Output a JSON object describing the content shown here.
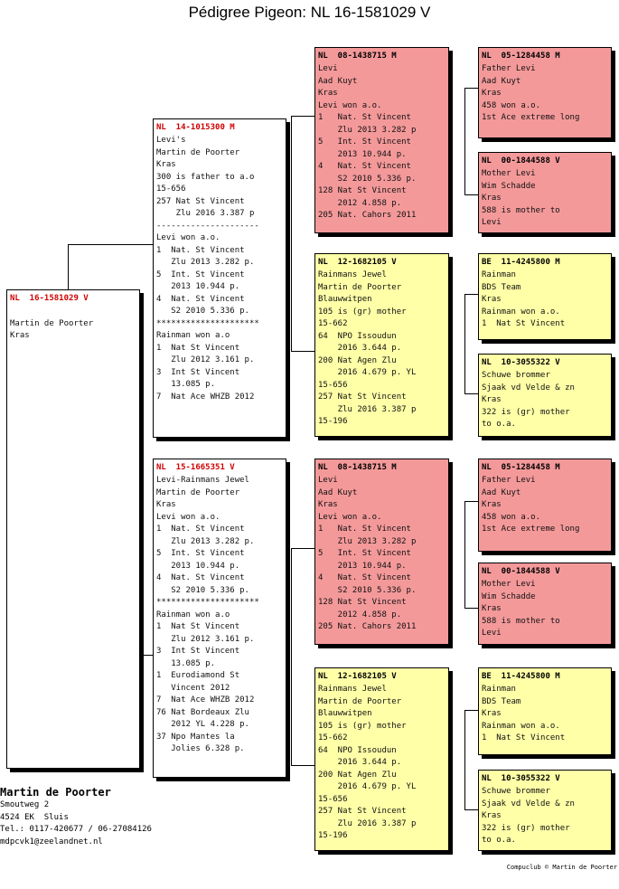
{
  "title": "Pédigree Pigeon: NL  16-1581029 V",
  "pigeon": {
    "ring": "NL  16-1581029 V",
    "lines": [
      "",
      "Martin de Poorter",
      "Kras"
    ]
  },
  "father": {
    "ring": "NL  14-1015300 M",
    "lines": [
      "Levi's",
      "Martin de Poorter",
      "Kras",
      "300 is father to a.o",
      "15-656",
      "257 Nat St Vincent",
      "    Zlu 2016 3.387 p",
      "---------------------",
      "Levi won a.o.",
      "1  Nat. St Vincent",
      "   Zlu 2013 3.282 p.",
      "5  Int. St Vincent",
      "   2013 10.944 p.",
      "4  Nat. St Vincent",
      "   S2 2010 5.336 p.",
      "*********************",
      "Rainman won a.o",
      "1  Nat St Vincent",
      "   Zlu 2012 3.161 p.",
      "3  Int St Vincent",
      "   13.085 p.",
      "7  Nat Ace WHZB 2012"
    ]
  },
  "mother": {
    "ring": "NL  15-1665351 V",
    "lines": [
      "Levi-Rainmans Jewel",
      "Martin de Poorter",
      "Kras",
      "Levi won a.o.",
      "1  Nat. St Vincent",
      "   Zlu 2013 3.282 p.",
      "5  Int. St Vincent",
      "   2013 10.944 p.",
      "4  Nat. St Vincent",
      "   S2 2010 5.336 p.",
      "*********************",
      "Rainman won a.o",
      "1  Nat St Vincent",
      "   Zlu 2012 3.161 p.",
      "3  Int St Vincent",
      "   13.085 p.",
      "1  Eurodiamond St",
      "   Vincent 2012",
      "7  Nat Ace WHZB 2012",
      "76 Nat Bordeaux Zlu",
      "   2012 YL 4.228 p.",
      "37 Npo Mantes la",
      "   Jolies 6.328 p."
    ]
  },
  "gp_levi_1": {
    "ring": "NL  08-1438715 M",
    "lines": [
      "Levi",
      "Aad Kuyt",
      "Kras",
      "Levi won a.o.",
      "1   Nat. St Vincent",
      "    Zlu 2013 3.282 p",
      "5   Int. St Vincent",
      "    2013 10.944 p.",
      "4   Nat. St Vincent",
      "    S2 2010 5.336 p.",
      "128 Nat St Vincent",
      "    2012 4.858 p.",
      "205 Nat. Cahors 2011"
    ]
  },
  "gp_jewel_1": {
    "ring": "NL  12-1682105 V",
    "lines": [
      "Rainmans Jewel",
      "Martin de Poorter",
      "Blauwwitpen",
      "105 is (gr) mother",
      "15-662",
      "64  NPO Issoudun",
      "    2016 3.644 p.",
      "200 Nat Agen Zlu",
      "    2016 4.679 p. YL",
      "15-656",
      "257 Nat St Vincent",
      "    Zlu 2016 3.387 p",
      "15-196"
    ]
  },
  "gp_levi_2": {
    "ring": "NL  08-1438715 M",
    "lines": [
      "Levi",
      "Aad Kuyt",
      "Kras",
      "Levi won a.o.",
      "1   Nat. St Vincent",
      "    Zlu 2013 3.282 p",
      "5   Int. St Vincent",
      "    2013 10.944 p.",
      "4   Nat. St Vincent",
      "    S2 2010 5.336 p.",
      "128 Nat St Vincent",
      "    2012 4.858 p.",
      "205 Nat. Cahors 2011"
    ]
  },
  "gp_jewel_2": {
    "ring": "NL  12-1682105 V",
    "lines": [
      "Rainmans Jewel",
      "Martin de Poorter",
      "Blauwwitpen",
      "105 is (gr) mother",
      "15-662",
      "64  NPO Issoudun",
      "    2016 3.644 p.",
      "200 Nat Agen Zlu",
      "    2016 4.679 p. YL",
      "15-656",
      "257 Nat St Vincent",
      "    Zlu 2016 3.387 p",
      "15-196"
    ]
  },
  "ggp_father_levi_1": {
    "ring": "NL  05-1284458 M",
    "lines": [
      "Father Levi",
      "Aad Kuyt",
      "Kras",
      "458 won a.o.",
      "1st Ace extreme long"
    ]
  },
  "ggp_mother_levi_1": {
    "ring": "NL  00-1844588 V",
    "lines": [
      "Mother Levi",
      "Wim Schadde",
      "Kras",
      "588 is mother to",
      "Levi"
    ]
  },
  "ggp_rainman_1": {
    "ring": "BE  11-4245800 M",
    "lines": [
      "Rainman",
      "BDS Team",
      "Kras",
      "Rainman won a.o.",
      "1  Nat St Vincent"
    ]
  },
  "ggp_schuwe_1": {
    "ring": "NL  10-3055322 V",
    "lines": [
      "Schuwe brommer",
      "Sjaak vd Velde & zn",
      "Kras",
      "322 is (gr) mother",
      "to o.a."
    ]
  },
  "ggp_father_levi_2": {
    "ring": "NL  05-1284458 M",
    "lines": [
      "Father Levi",
      "Aad Kuyt",
      "Kras",
      "458 won a.o.",
      "1st Ace extreme long"
    ]
  },
  "ggp_mother_levi_2": {
    "ring": "NL  00-1844588 V",
    "lines": [
      "Mother Levi",
      "Wim Schadde",
      "Kras",
      "588 is mother to",
      "Levi"
    ]
  },
  "ggp_rainman_2": {
    "ring": "BE  11-4245800 M",
    "lines": [
      "Rainman",
      "BDS Team",
      "Kras",
      "Rainman won a.o.",
      "1  Nat St Vincent"
    ]
  },
  "ggp_schuwe_2": {
    "ring": "NL  10-3055322 V",
    "lines": [
      "Schuwe brommer",
      "Sjaak vd Velde & zn",
      "Kras",
      "322 is (gr) mother",
      "to o.a."
    ]
  },
  "breeder": {
    "name": "Martin de Poorter",
    "address": [
      "Smoutweg 2",
      "4524 EK  Sluis",
      "Tel.: 0117-420677 / 06-27084126",
      "mdpcvk1@zeelandnet.nl"
    ]
  },
  "footer": "Compuclub © Martin de Poorter"
}
